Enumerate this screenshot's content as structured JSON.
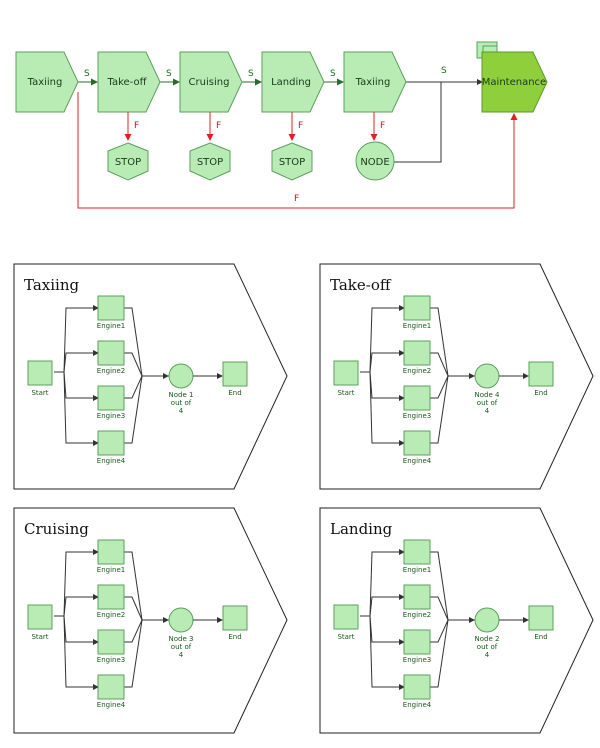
{
  "top_flow": {
    "stages": [
      "Taxiing",
      "Take-off",
      "Cruising",
      "Landing",
      "Taxiing"
    ],
    "maintenance_label": "Maintenance",
    "stop_labels": [
      "STOP",
      "STOP",
      "STOP"
    ],
    "node_label": "NODE",
    "success_label": "S",
    "fail_label": "F",
    "fail_short_label": "F"
  },
  "panels": [
    {
      "title": "Taxiing",
      "start": "Start",
      "engines": [
        "Engine1",
        "Engine2",
        "Engine3",
        "Engine4"
      ],
      "node": [
        "Node 1",
        "out of",
        "4"
      ],
      "end": "End"
    },
    {
      "title": "Take-off",
      "start": "Start",
      "engines": [
        "Engine1",
        "Engine2",
        "Engine3",
        "Engine4"
      ],
      "node": [
        "Node 4",
        "out of",
        "4"
      ],
      "end": "End"
    },
    {
      "title": "Cruising",
      "start": "Start",
      "engines": [
        "Engine1",
        "Engine2",
        "Engine3",
        "Engine4"
      ],
      "node": [
        "Node 3",
        "out of",
        "4"
      ],
      "end": "End"
    },
    {
      "title": "Landing",
      "start": "Start",
      "engines": [
        "Engine1",
        "Engine2",
        "Engine3",
        "Engine4"
      ],
      "node": [
        "Node 2",
        "out of",
        "4"
      ],
      "end": "End"
    }
  ],
  "colors": {
    "node_fill": "#b9ecb4",
    "maintenance_fill": "#8fcf3c",
    "fail_arrow": "#e02020",
    "success_arrow": "#2a6a2a"
  }
}
